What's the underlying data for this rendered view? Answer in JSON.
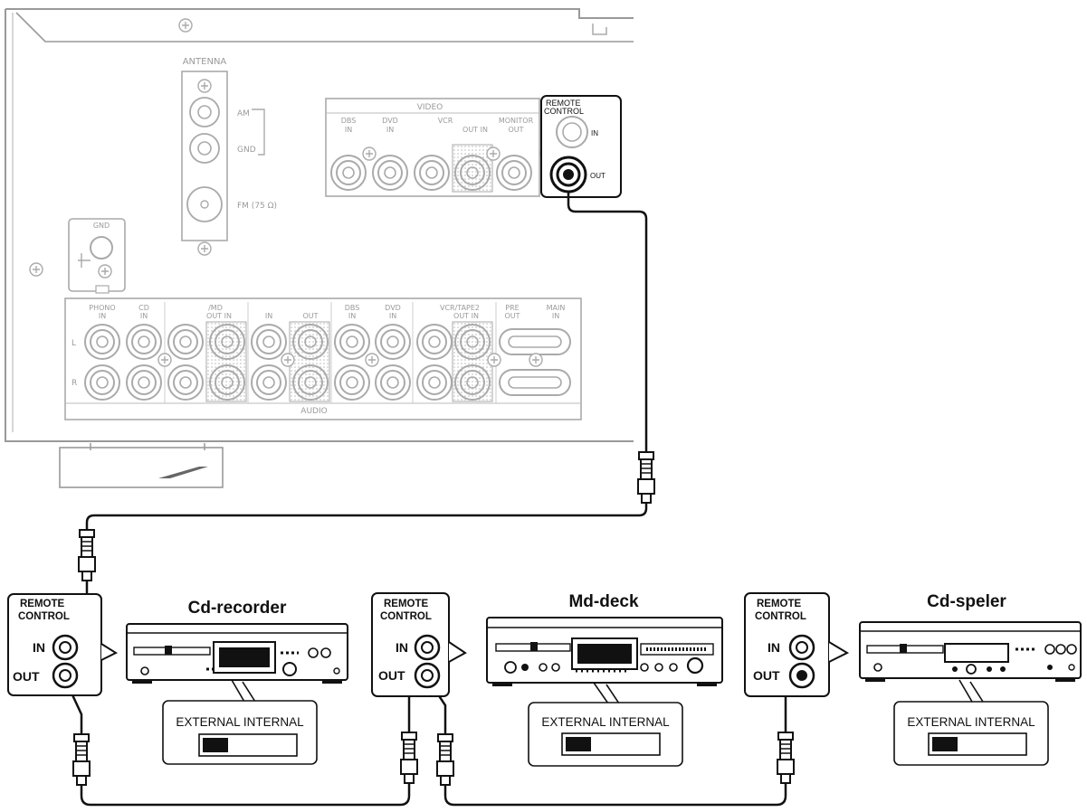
{
  "receiver": {
    "antenna_label": "ANTENNA",
    "am_label": "AM",
    "gnd_label": "GND",
    "fm_label": "FM (75 Ω)",
    "gnd_post_label": "GND",
    "video_label": "VIDEO",
    "video_jacks": [
      {
        "line1": "DBS",
        "line2": "IN"
      },
      {
        "line1": "DVD",
        "line2": "IN"
      },
      {
        "line1": "VCR",
        "line2": "OUT IN"
      },
      {
        "line1": "MONITOR",
        "line2": "OUT"
      }
    ],
    "remote_label_1": "REMOTE",
    "remote_label_2": "CONTROL",
    "remote_in": "IN",
    "remote_out": "OUT",
    "audio_label": "AUDIO",
    "audio_jacks": [
      {
        "line1": "PHONO",
        "line2": "IN"
      },
      {
        "line1": "CD",
        "line2": "IN"
      },
      {
        "line1": "/MD",
        "line2": "OUT IN"
      },
      {
        "line1": "IN",
        "line2": ""
      },
      {
        "line1": "OUT",
        "line2": ""
      },
      {
        "line1": "DBS",
        "line2": "IN"
      },
      {
        "line1": "DVD",
        "line2": "IN"
      },
      {
        "line1": "VCR/TAPE2",
        "line2": "OUT IN"
      },
      {
        "line1": "PRE",
        "line2": "OUT"
      },
      {
        "line1": "MAIN",
        "line2": "IN"
      }
    ],
    "channel_l": "L",
    "channel_r": "R"
  },
  "devices": [
    {
      "name": "Cd-recorder",
      "remote_1": "REMOTE",
      "remote_2": "CONTROL",
      "in": "IN",
      "out": "OUT",
      "switch_label": "EXTERNAL INTERNAL"
    },
    {
      "name": "Md-deck",
      "remote_1": "REMOTE",
      "remote_2": "CONTROL",
      "in": "IN",
      "out": "OUT",
      "switch_label": "EXTERNAL INTERNAL"
    },
    {
      "name": "Cd-speler",
      "remote_1": "REMOTE",
      "remote_2": "CONTROL",
      "in": "IN",
      "out": "OUT",
      "switch_label": "EXTERNAL INTERNAL"
    }
  ]
}
